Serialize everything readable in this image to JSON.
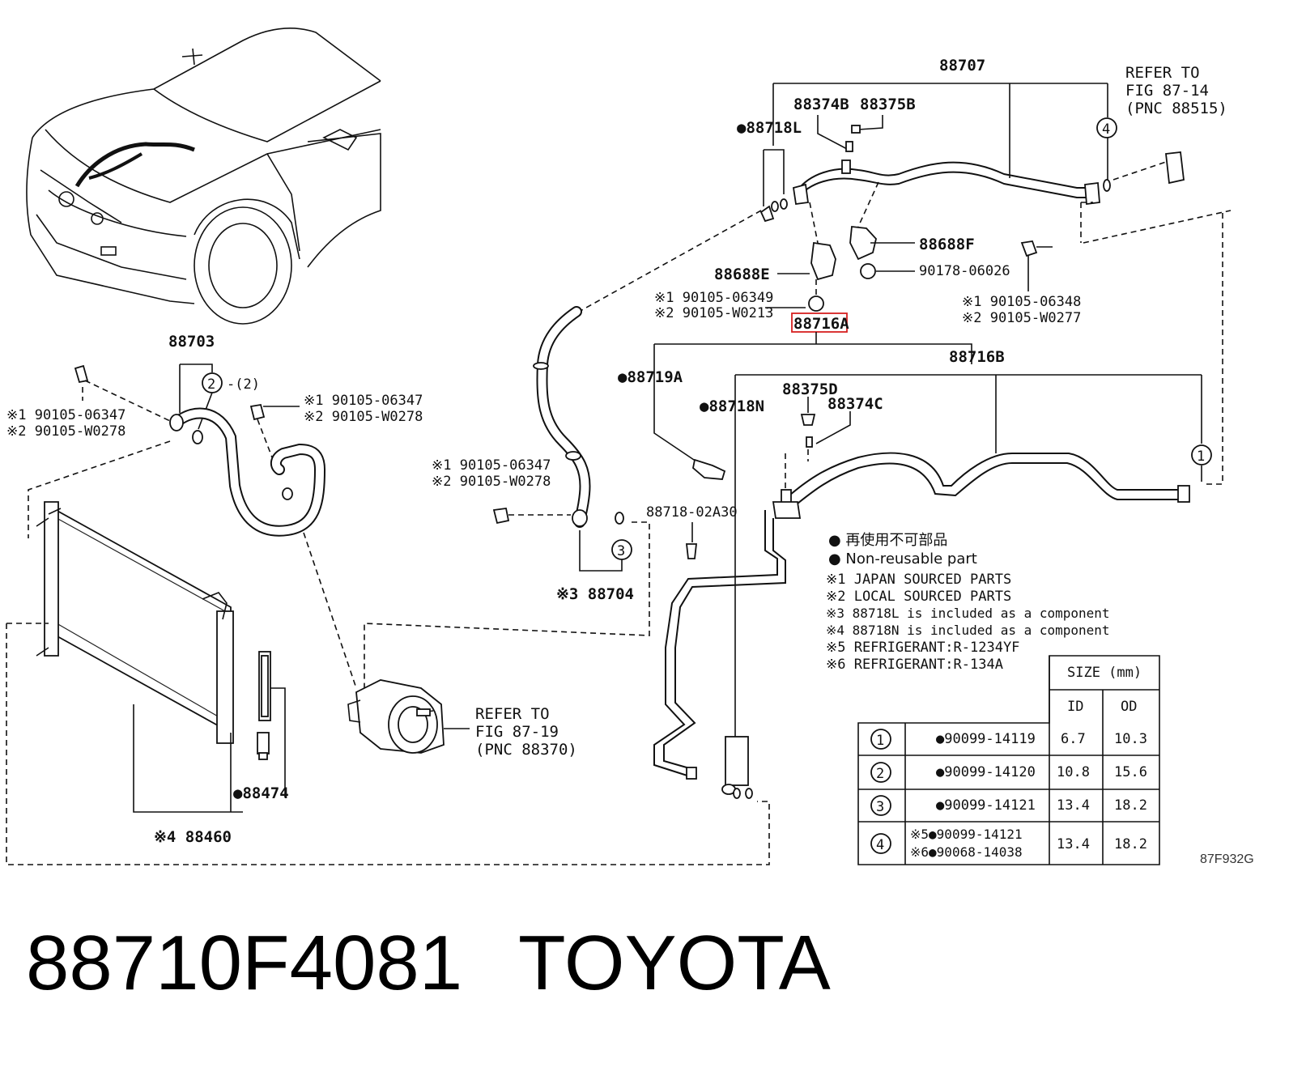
{
  "labels": {
    "p88707": "88707",
    "refer1_l1": "REFER TO",
    "refer1_l2": "FIG 87-14",
    "refer1_l3": "(PNC 88515)",
    "p88374B": "88374B",
    "p88375B": "88375B",
    "p88718L": "●88718L",
    "p88688F": "88688F",
    "p88688E": "88688E",
    "p90178": "90178-06026",
    "b1_l1": "※1 90105-06349",
    "b1_l2": "※2 90105-W0213",
    "b2_l1": "※1 90105-06348",
    "b2_l2": "※2 90105-W0277",
    "p88716A": "88716A",
    "p88716B": "88716B",
    "p88719A": "●88719A",
    "p88375D": "88375D",
    "p88374C": "88374C",
    "p88718N": "●88718N",
    "p88703": "88703",
    "p88703_note": "-(2)",
    "b3_l1": "※1 90105-06347",
    "b3_l2": "※2 90105-W0278",
    "b4_l1": "※1 90105-06347",
    "b4_l2": "※2 90105-W0278",
    "b5_l1": "※1 90105-06347",
    "b5_l2": "※2 90105-W0278",
    "p88718_02A30": "88718-02A30",
    "p88704": "※3 88704",
    "refer2_l1": "REFER TO",
    "refer2_l2": "FIG 87-19",
    "refer2_l3": "(PNC 88370)",
    "p88474": "●88474",
    "p88460": "※4 88460",
    "code": "87F932G"
  },
  "callouts": [
    "1",
    "2",
    "3",
    "4"
  ],
  "legend": {
    "jp": "● 再使用不可部品",
    "en": "● Non-reusable part",
    "n1": "※1 JAPAN SOURCED PARTS",
    "n2": "※2 LOCAL SOURCED PARTS",
    "n3": "※3 88718L is included as a component",
    "n4": "※4 88718N is included as a component",
    "n5": "※5 REFRIGERANT:R-1234YF",
    "n6": "※6 REFRIGERANT:R-134A"
  },
  "size_table": {
    "header": "SIZE (mm)",
    "col_id": "ID",
    "col_od": "OD",
    "rows": [
      {
        "mark": "1",
        "part": "●90099-14119",
        "id": "6.7",
        "od": "10.3"
      },
      {
        "mark": "2",
        "part": "●90099-14120",
        "id": "10.8",
        "od": "15.6"
      },
      {
        "mark": "3",
        "part": "●90099-14121",
        "id": "13.4",
        "od": "18.2"
      },
      {
        "mark": "4",
        "part_a": "※5●90099-14121",
        "part_b": "※6●90068-14038",
        "id": "13.4",
        "od": "18.2"
      }
    ]
  },
  "footer": {
    "part_number": "88710F4081",
    "brand": "TOYOTA"
  },
  "highlight_color": "#d62020"
}
